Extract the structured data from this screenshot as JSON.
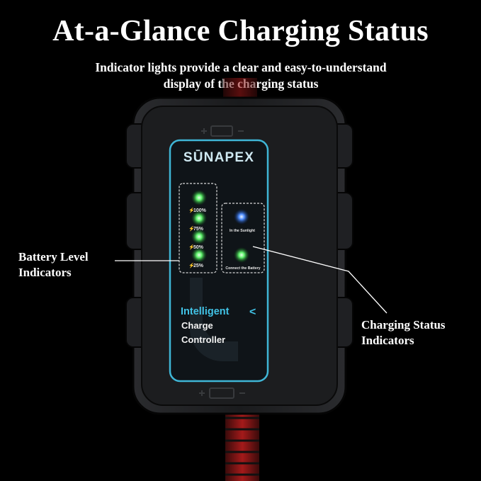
{
  "headline": "At-a-Glance Charging Status",
  "subheadline_line1": "Indicator lights provide a clear and easy-to-understand",
  "subheadline_line2": "display of the charging status",
  "callouts": {
    "battery_level_line1": "Battery Level",
    "battery_level_line2": "Indicators",
    "charging_status_line1": "Charging Status",
    "charging_status_line2": "Indicators"
  },
  "device": {
    "brand": "SŪNAPEX",
    "battery_levels": [
      "100%",
      "75%",
      "50%",
      "25%"
    ],
    "status_labels": [
      "In the Sunlight",
      "Connect the Battery"
    ],
    "product_line1": "Intelligent",
    "product_line2": "Charge",
    "product_line3": "Controller",
    "colors": {
      "led_green": "#37e04a",
      "led_blue": "#3a7dff",
      "accent_teal": "#3fb6d6",
      "body": "#1b1c1e"
    }
  }
}
